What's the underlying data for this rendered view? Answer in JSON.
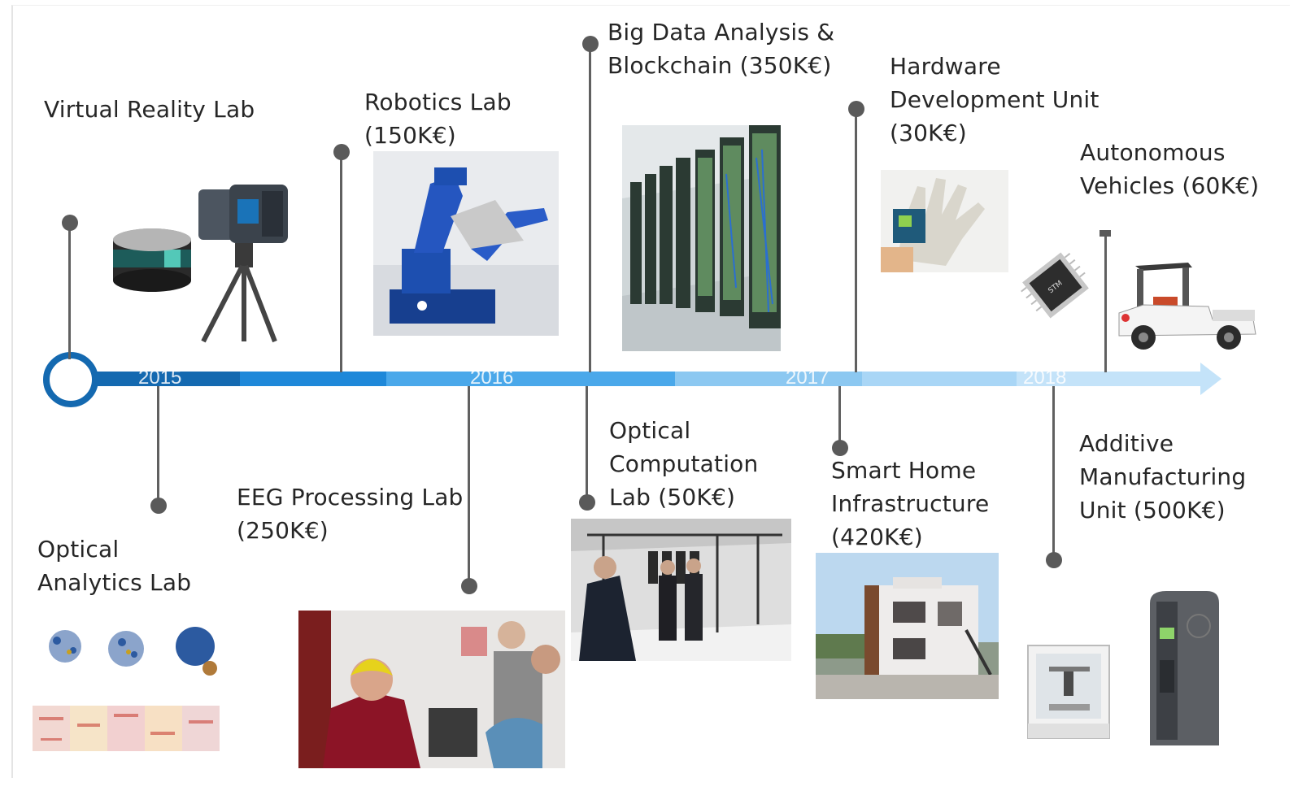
{
  "timeline": {
    "years": [
      "2015",
      "2016",
      "2017",
      "2018"
    ],
    "colors": [
      "#1469b0",
      "#1e88d9",
      "#4aa8ea",
      "#7cc1f0",
      "#a9d6f6",
      "#c8e5fa"
    ]
  },
  "milestones": {
    "vr": "Virtual Reality Lab",
    "robotics": "Robotics Lab\n(150K€)",
    "bigdata": "Big Data Analysis &\nBlockchain (350K€)",
    "hardware": "Hardware\nDevelopment Unit\n(30K€)",
    "auto": "Autonomous\nVehicles (60K€)",
    "optan": "Optical\nAnalytics Lab",
    "eeg": "EEG Processing Lab\n(250K€)",
    "optcomp": "Optical\nComputation\nLab (50K€)",
    "smarthome": "Smart Home\nInfrastructure\n(420K€)",
    "additive": "Additive\nManufacturing\nUnit (500K€)"
  }
}
